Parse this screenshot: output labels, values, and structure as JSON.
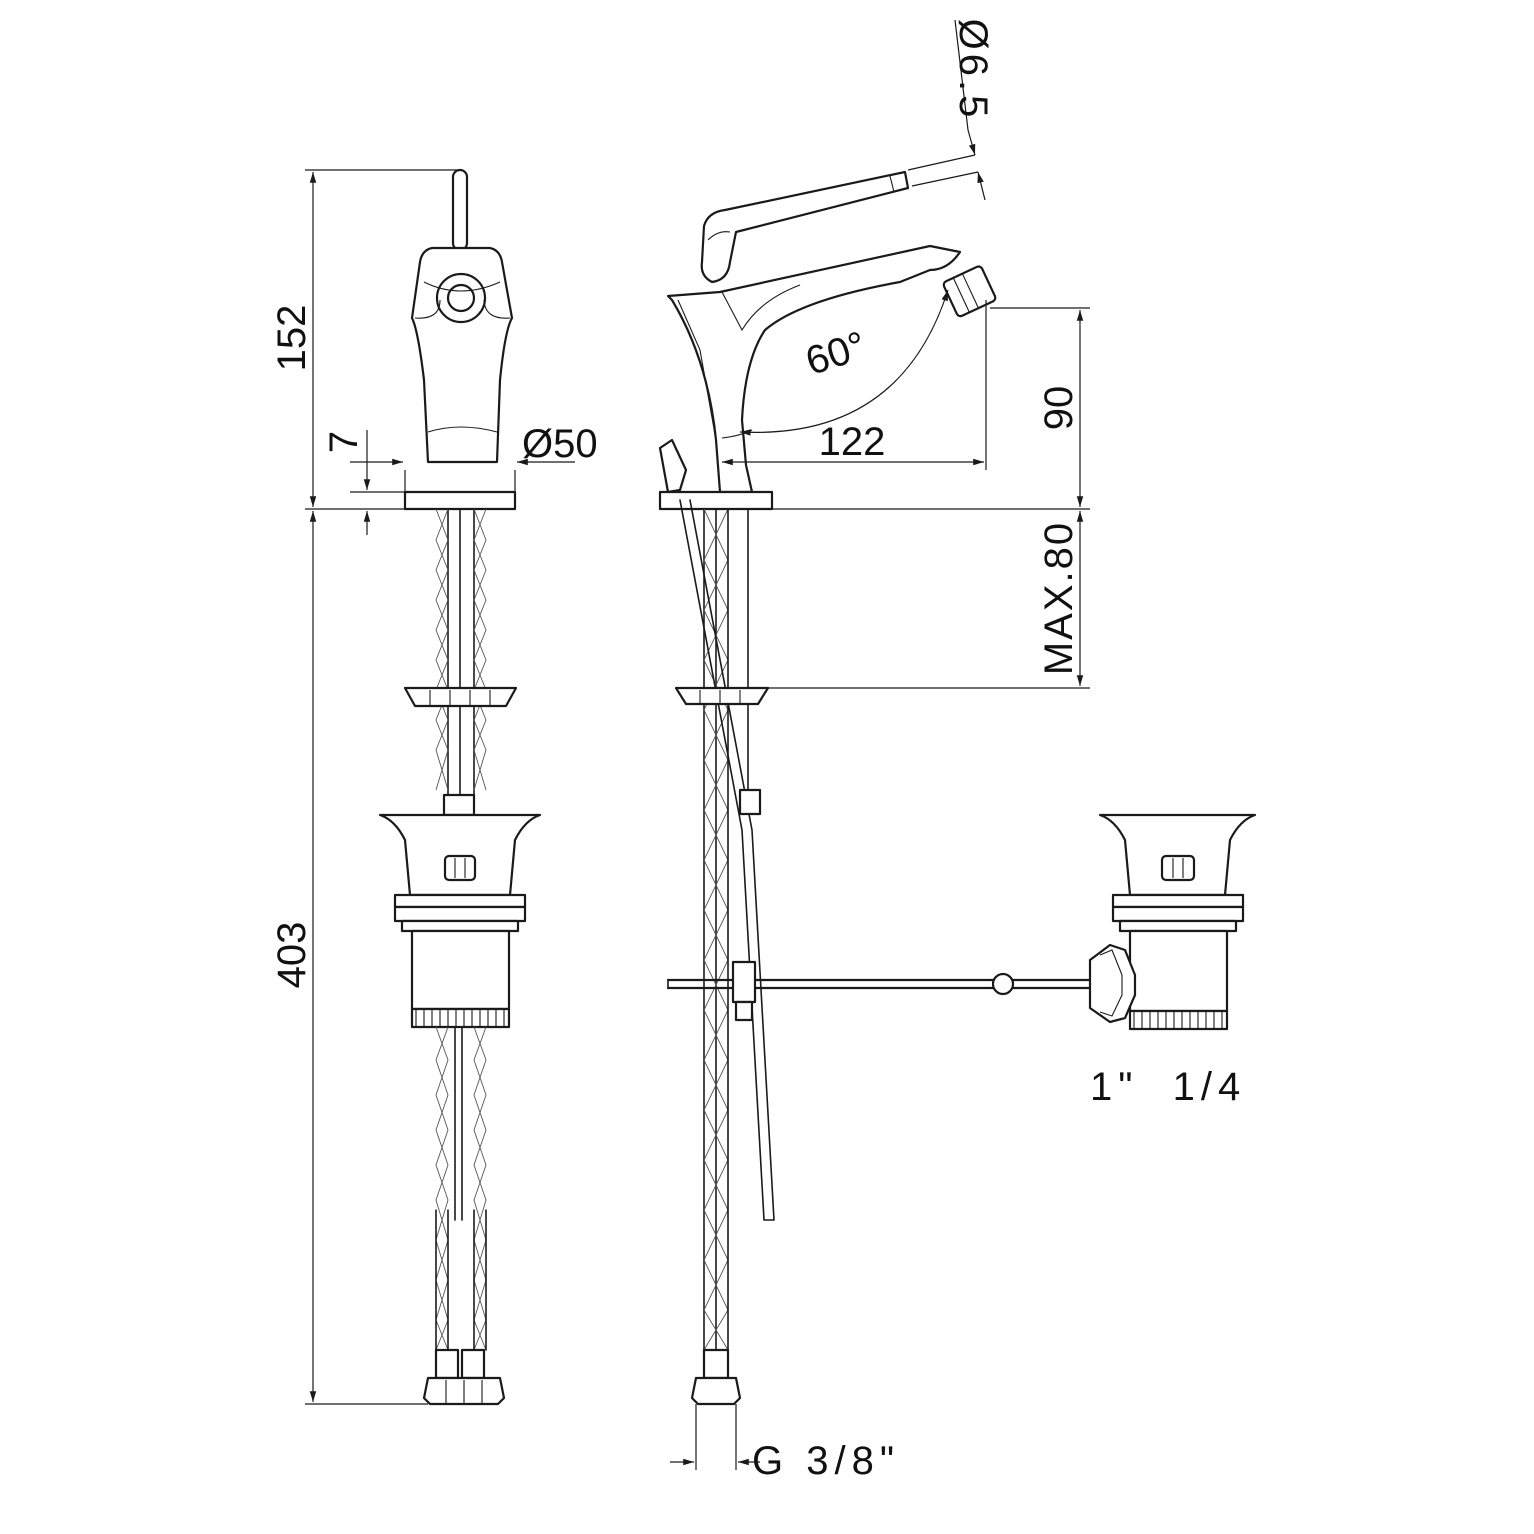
{
  "dimensions": {
    "total_top": "152",
    "base_thickness": "7",
    "base_diameter": "Ø50",
    "spout_angle": "60°",
    "spout_reach": "122",
    "spout_height": "90",
    "max_deck_thickness": "MAX.80",
    "total_bottom": "403",
    "nozzle_diameter": "Ø6.5",
    "hose_connection": "G 3/8\"",
    "waste_thread": "1\"  1/4"
  }
}
